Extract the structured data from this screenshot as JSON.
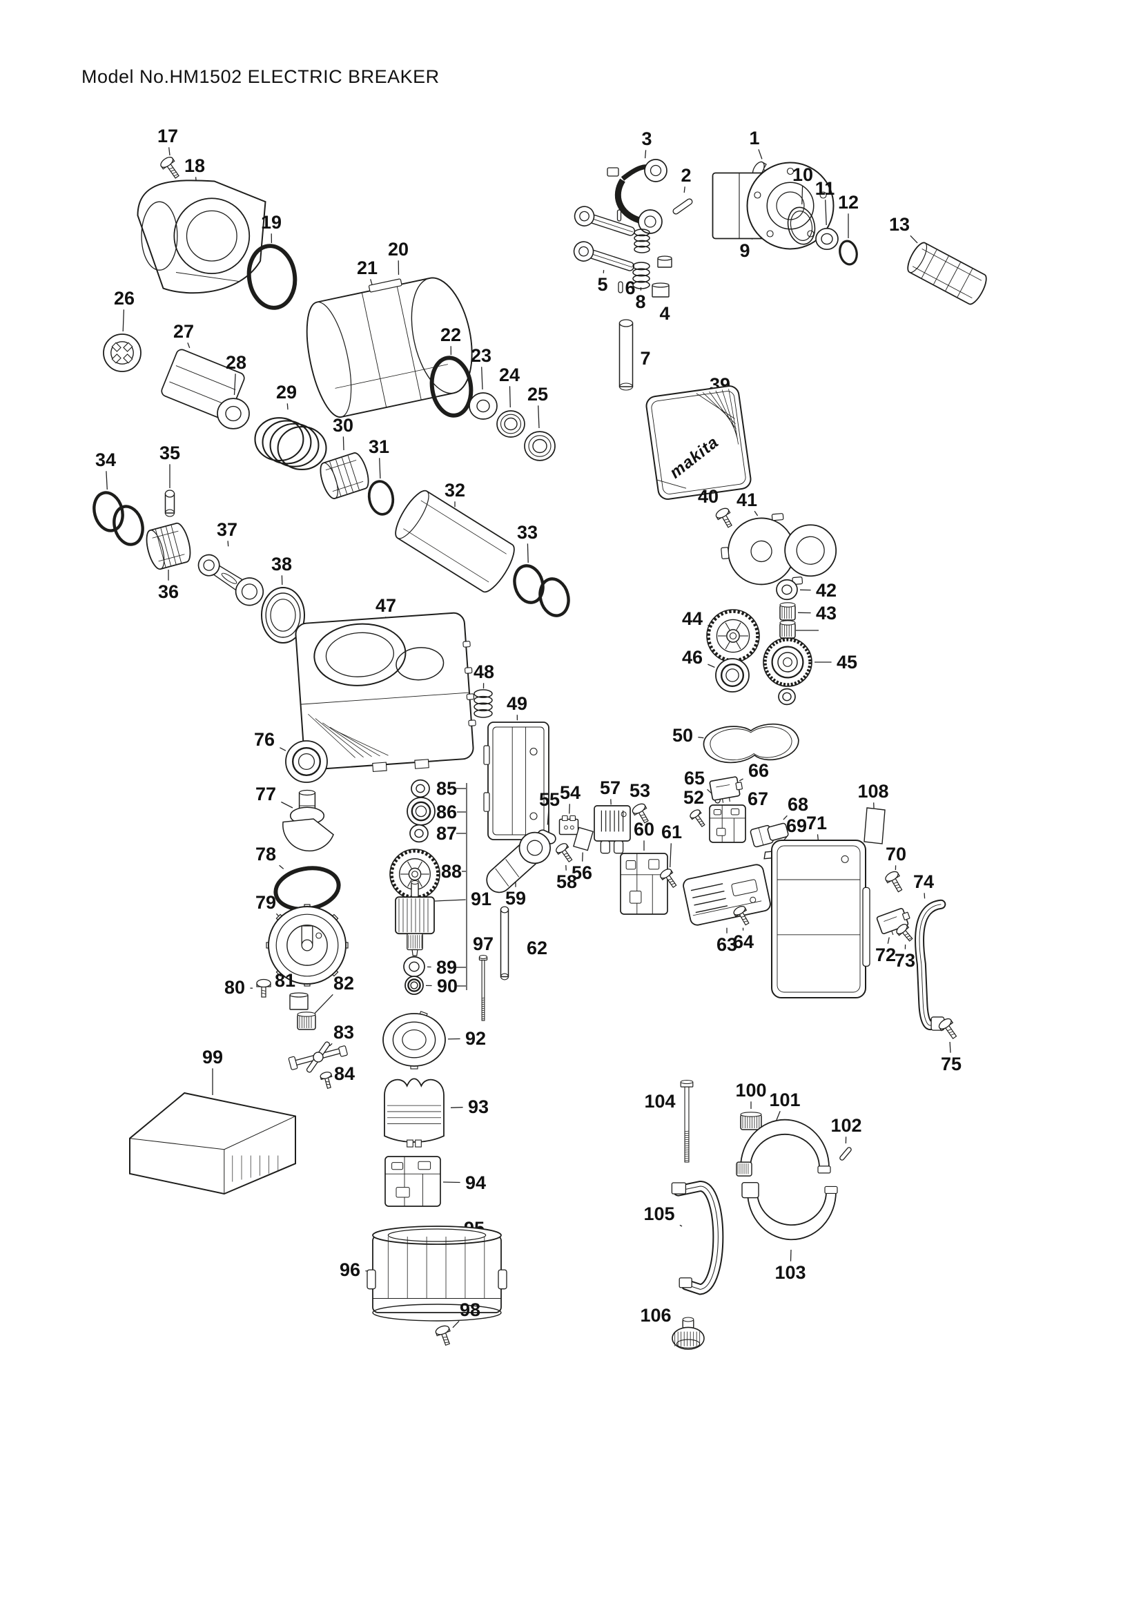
{
  "title": "Model No.HM1502 ELECTRIC BREAKER",
  "brand_text": "makita",
  "colors": {
    "ink": "#1d1d1b",
    "background": "#ffffff",
    "label": "#111111"
  },
  "parts": [
    [
      "1",
      1093,
      200,
      1112,
      253,
      "screw",
      12,
      40,
      -60
    ],
    [
      "2",
      994,
      254,
      989,
      299,
      "pin",
      8,
      32,
      55
    ],
    [
      "3",
      937,
      201,
      930,
      283,
      "lever3",
      100,
      100,
      0
    ],
    [
      "4",
      963,
      454,
      957,
      420,
      "cap",
      24,
      20,
      0
    ],
    [
      "5",
      873,
      412,
      876,
      374,
      "linkarm",
      92,
      28,
      18
    ],
    [
      "6",
      913,
      417,
      899,
      416,
      "pin",
      6,
      16,
      0
    ],
    [
      "7",
      935,
      519,
      907,
      514,
      "cylinder",
      19,
      100,
      0
    ],
    [
      "8",
      928,
      437,
      929,
      399,
      "spring",
      24,
      38,
      0
    ],
    [
      "9",
      1079,
      363,
      1120,
      298,
      "crankcase",
      175,
      125,
      0
    ],
    [
      "10",
      1163,
      253,
      1161,
      327,
      "oringthin",
      19,
      27,
      -12
    ],
    [
      "11",
      1195,
      273,
      1198,
      346,
      "washer",
      16,
      8,
      0
    ],
    [
      "12",
      1229,
      293,
      1229,
      366,
      "oring",
      12,
      17,
      -12
    ],
    [
      "13",
      1303,
      325,
      1372,
      396,
      "ridgedcyl",
      115,
      48,
      28
    ],
    [
      "17",
      243,
      197,
      248,
      244,
      "screw",
      10,
      30,
      -35
    ],
    [
      "18",
      282,
      240,
      292,
      345,
      "housing18",
      185,
      165,
      0
    ],
    [
      "19",
      393,
      322,
      394,
      401,
      "oring",
      33,
      45,
      -8
    ],
    [
      "20",
      577,
      361,
      578,
      431,
      "bolt",
      12,
      58,
      -65
    ],
    [
      "21",
      532,
      388,
      565,
      502,
      "motorhousing",
      235,
      170,
      -12
    ],
    [
      "22",
      653,
      485,
      654,
      560,
      "oring",
      28,
      42,
      -8
    ],
    [
      "23",
      697,
      515,
      700,
      588,
      "washer",
      20,
      9,
      0
    ],
    [
      "24",
      738,
      543,
      740,
      614,
      "sealring",
      20,
      9,
      0
    ],
    [
      "25",
      779,
      571,
      782,
      646,
      "sealring",
      22,
      10,
      0
    ],
    [
      "26",
      180,
      432,
      177,
      511,
      "notchring",
      27,
      27,
      0
    ],
    [
      "27",
      266,
      480,
      294,
      557,
      "box",
      105,
      72,
      22
    ],
    [
      "28",
      342,
      525,
      338,
      599,
      "washer",
      23,
      11,
      0
    ],
    [
      "29",
      415,
      568,
      421,
      643,
      "coilspring",
      92,
      86,
      0
    ],
    [
      "30",
      497,
      616,
      499,
      689,
      "ridgedcyl",
      66,
      54,
      -18
    ],
    [
      "31",
      549,
      647,
      552,
      721,
      "oring",
      17,
      24,
      -10
    ],
    [
      "32",
      659,
      710,
      659,
      784,
      "bigcyl",
      172,
      80,
      32
    ],
    [
      "33",
      764,
      771,
      766,
      846,
      "oring",
      20,
      27,
      -15
    ],
    [
      "34",
      153,
      666,
      157,
      741,
      "oring",
      20,
      28,
      -15
    ],
    [
      "35",
      246,
      656,
      246,
      729,
      "cylinder",
      13,
      36,
      0
    ],
    [
      "36",
      244,
      857,
      244,
      791,
      "ridgedcyl",
      60,
      58,
      -15
    ],
    [
      "37",
      329,
      767,
      334,
      839,
      "conrod",
      105,
      36,
      33
    ],
    [
      "38",
      408,
      817,
      410,
      891,
      "bigring",
      31,
      40,
      0
    ],
    [
      "39",
      1043,
      557,
      1012,
      641,
      "cover39",
      135,
      150,
      -8,
      1030,
      585
    ],
    [
      "40",
      1026,
      719,
      1051,
      751,
      "screw",
      10,
      26,
      -30
    ],
    [
      "41",
      1082,
      724,
      1131,
      796,
      "gearcover",
      165,
      100,
      -5
    ],
    [
      "42",
      1197,
      855,
      1140,
      854,
      "washer",
      15,
      7,
      0
    ],
    [
      "43",
      1197,
      888,
      1141,
      887,
      "knurl",
      22,
      22,
      0
    ],
    [
      "44",
      1003,
      896,
      1062,
      921,
      "gear",
      38,
      38,
      0
    ],
    [
      "45",
      1227,
      959,
      1141,
      959,
      "gearbearing",
      35,
      35,
      0
    ],
    [
      "46",
      1003,
      952,
      1061,
      978,
      "bearing",
      24,
      24,
      0
    ],
    [
      "47",
      559,
      877,
      557,
      1001,
      "crankhouse",
      245,
      212,
      -4
    ],
    [
      "48",
      701,
      973,
      700,
      1019,
      "spring",
      26,
      40,
      0
    ],
    [
      "49",
      749,
      1019,
      751,
      1131,
      "holder49",
      88,
      170,
      0
    ],
    [
      "50",
      989,
      1065,
      1087,
      1077,
      "gasket",
      140,
      58,
      -6
    ],
    [
      "52",
      1005,
      1155,
      1012,
      1186,
      "screw",
      8,
      24,
      -35
    ],
    [
      "53",
      927,
      1145,
      930,
      1179,
      "screw",
      10,
      26,
      -30
    ],
    [
      "54",
      826,
      1148,
      824,
      1196,
      "smallblock",
      27,
      25,
      0
    ],
    [
      "55",
      796,
      1158,
      792,
      1212,
      "capsule",
      27,
      14,
      25
    ],
    [
      "56",
      843,
      1264,
      845,
      1215,
      "plate",
      25,
      31,
      8
    ],
    [
      "57",
      884,
      1141,
      887,
      1201,
      "controller",
      52,
      68,
      0
    ],
    [
      "58",
      821,
      1277,
      819,
      1236,
      "screw",
      9,
      26,
      -35
    ],
    [
      "59",
      747,
      1301,
      747,
      1253,
      "handle59",
      100,
      36,
      -42
    ],
    [
      "60",
      933,
      1201,
      933,
      1280,
      "complexbox",
      68,
      88,
      0
    ],
    [
      "61",
      973,
      1205,
      970,
      1273,
      "screw",
      9,
      26,
      -35
    ],
    [
      "62",
      778,
      1373,
      731,
      1366,
      "cylinder",
      11,
      105,
      0
    ],
    [
      "63",
      1053,
      1368,
      1053,
      1296,
      "ventcover",
      118,
      68,
      -12
    ],
    [
      "64",
      1077,
      1364,
      1076,
      1327,
      "screw",
      9,
      26,
      -30
    ],
    [
      "65",
      1006,
      1127,
      1040,
      1157,
      "pin",
      7,
      12,
      10
    ],
    [
      "66",
      1099,
      1116,
      1050,
      1142,
      "switch",
      40,
      28,
      -10
    ],
    [
      "67",
      1098,
      1157,
      1054,
      1193,
      "complexbox",
      52,
      54,
      0
    ],
    [
      "68",
      1156,
      1165,
      1115,
      1208,
      "connector",
      52,
      26,
      -15
    ],
    [
      "69",
      1154,
      1196,
      1117,
      1238,
      "plate",
      22,
      12,
      -15
    ],
    [
      "70",
      1298,
      1237,
      1297,
      1278,
      "screw",
      10,
      28,
      -30
    ],
    [
      "71",
      1183,
      1192,
      1186,
      1331,
      "bigbox",
      136,
      228,
      0,
      1186,
      1224
    ],
    [
      "72",
      1283,
      1383,
      1293,
      1334,
      "switch",
      40,
      26,
      -20
    ],
    [
      "73",
      1311,
      1391,
      1312,
      1352,
      "screw",
      9,
      24,
      -40
    ],
    [
      "74",
      1338,
      1277,
      1346,
      1400,
      "handlebar",
      62,
      192,
      0
    ],
    [
      "75",
      1378,
      1541,
      1375,
      1491,
      "screw",
      10,
      28,
      -35
    ],
    [
      "76",
      383,
      1071,
      444,
      1103,
      "bearing",
      30,
      30,
      0
    ],
    [
      "77",
      385,
      1150,
      445,
      1186,
      "crank77",
      76,
      76,
      0,
      424,
      1170
    ],
    [
      "78",
      385,
      1237,
      445,
      1287,
      "oring",
      46,
      29,
      -10
    ],
    [
      "79",
      385,
      1307,
      445,
      1369,
      "crankgear",
      56,
      56,
      0,
      420,
      1344
    ],
    [
      "80",
      340,
      1430,
      382,
      1432,
      "screw",
      10,
      24,
      0
    ],
    [
      "81",
      413,
      1420,
      433,
      1450,
      "cap",
      26,
      24,
      0
    ],
    [
      "82",
      498,
      1424,
      444,
      1480,
      "knurl",
      26,
      22,
      0
    ],
    [
      "83",
      498,
      1495,
      461,
      1531,
      "tbracket",
      78,
      42,
      -15
    ],
    [
      "84",
      499,
      1555,
      474,
      1565,
      "screw",
      8,
      22,
      -15
    ],
    [
      "85",
      647,
      1142,
      609,
      1142,
      "washer",
      13,
      6,
      0
    ],
    [
      "86",
      647,
      1176,
      610,
      1175,
      "bearing",
      20,
      20,
      0
    ],
    [
      "87",
      647,
      1207,
      607,
      1207,
      "washer",
      13,
      6,
      0
    ],
    [
      "88",
      654,
      1262,
      601,
      1266,
      "gear",
      36,
      36,
      0
    ],
    [
      "89",
      647,
      1401,
      600,
      1400,
      "washer",
      15,
      7,
      0
    ],
    [
      "90",
      648,
      1428,
      600,
      1427,
      "bearing",
      13,
      13,
      0
    ],
    [
      "91",
      697,
      1302,
      601,
      1331,
      "armature",
      56,
      106,
      0,
      630,
      1305
    ],
    [
      "92",
      689,
      1504,
      600,
      1506,
      "baffle",
      90,
      76,
      0
    ],
    [
      "93",
      693,
      1603,
      600,
      1606,
      "stator",
      86,
      98,
      0
    ],
    [
      "94",
      689,
      1713,
      598,
      1711,
      "complexbox",
      80,
      72,
      0
    ],
    [
      "95",
      687,
      1779,
      690,
      1830,
      "plate",
      18,
      26,
      -10
    ],
    [
      "96",
      507,
      1839,
      633,
      1846,
      "barrel",
      186,
      138,
      0,
      548,
      1842
    ],
    [
      "97",
      700,
      1367,
      700,
      1432,
      "longbolt",
      7,
      92,
      0
    ],
    [
      "98",
      681,
      1897,
      644,
      1935,
      "screw",
      10,
      26,
      -20
    ],
    [
      "99",
      308,
      1531,
      308,
      1656,
      "dustbox",
      240,
      146,
      0,
      308,
      1586
    ],
    [
      "100",
      1088,
      1579,
      1088,
      1625,
      "knurl",
      30,
      22,
      0
    ],
    [
      "101",
      1137,
      1593,
      1137,
      1662,
      "clampU",
      128,
      96,
      0,
      1125,
      1622
    ],
    [
      "102",
      1226,
      1630,
      1225,
      1671,
      "pin",
      6,
      22,
      40
    ],
    [
      "103",
      1145,
      1843,
      1147,
      1753,
      "clampL",
      128,
      96,
      0,
      1146,
      1810
    ],
    [
      "104",
      956,
      1595,
      995,
      1625,
      "longbolt",
      11,
      116,
      0
    ],
    [
      "105",
      955,
      1758,
      1013,
      1791,
      "dhandle",
      72,
      166,
      0,
      988,
      1776
    ],
    [
      "106",
      950,
      1905,
      997,
      1933,
      "knob",
      46,
      44,
      0
    ],
    [
      "108",
      1265,
      1146,
      1267,
      1196,
      "plate",
      30,
      52,
      0
    ]
  ],
  "extra_shapes": [
    [
      186,
      761,
      "oring",
      20,
      28,
      -15
    ],
    [
      803,
      865,
      "oring",
      20,
      27,
      -15
    ],
    [
      1141,
      913,
      "knurl",
      22,
      22,
      0
    ],
    [
      1140,
      1009,
      "washer",
      12,
      6,
      0
    ],
    [
      930,
      349,
      "spring",
      22,
      34,
      0
    ],
    [
      877,
      323,
      "linkarm",
      92,
      28,
      18
    ],
    [
      963,
      379,
      "cap",
      20,
      16,
      0
    ],
    [
      897,
      312,
      "pin",
      5,
      16,
      0
    ]
  ],
  "extra_lines": [
    [
      676,
      1134,
      676,
      1434
    ],
    [
      661,
      1142,
      675,
      1142
    ],
    [
      662,
      1176,
      675,
      1176
    ],
    [
      661,
      1207,
      675,
      1207
    ],
    [
      669,
      1262,
      675,
      1262
    ],
    [
      661,
      1401,
      675,
      1401
    ],
    [
      662,
      1428,
      675,
      1428
    ],
    [
      1153,
      913,
      1186,
      913
    ]
  ]
}
